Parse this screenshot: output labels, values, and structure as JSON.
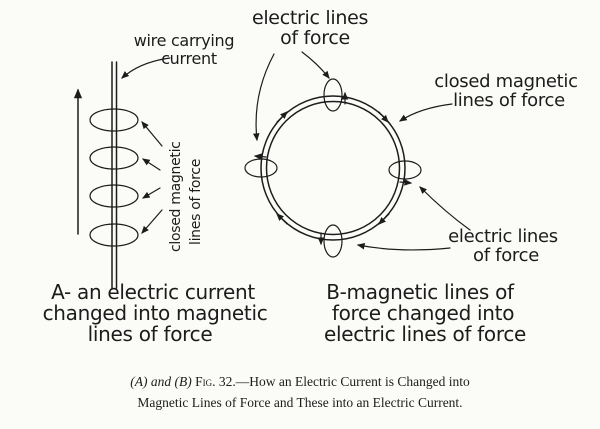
{
  "colors": {
    "ink": "#1c1c1c",
    "background": "#fbfbf8"
  },
  "diagram": {
    "left": {
      "wire_label_line1": "wire carrying",
      "wire_label_line2": "current",
      "rotated_label_line1": "closed magnetic",
      "rotated_label_line2": "lines of force",
      "caption_line1": "A- an electric current",
      "caption_line2": "changed into magnetic",
      "caption_line3": "lines of force"
    },
    "right": {
      "top_label_line1": "electric lines",
      "top_label_line2": "of force",
      "magnetic_label_line1": "closed magnetic",
      "magnetic_label_line2": "lines of force",
      "bottom_label_line1": "electric lines",
      "bottom_label_line2": "of force",
      "caption_line1": "B-magnetic lines of",
      "caption_line2": "force changed into",
      "caption_line3": "electric lines of force"
    }
  },
  "figure_caption": {
    "prefix": "(A) and (B)",
    "fig_label": "Fig. 32.",
    "line1_rest": "—How an Electric Current is Changed into",
    "line2": "Magnetic Lines of Force and These into an Electric Current."
  }
}
